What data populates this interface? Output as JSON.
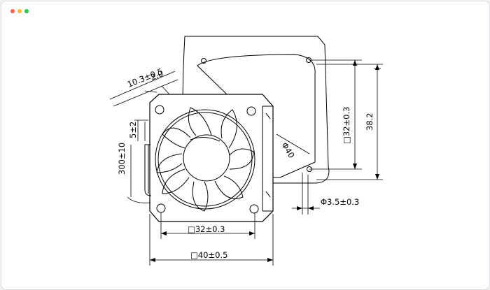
{
  "window": {
    "controls": [
      "close",
      "minimize",
      "maximize"
    ]
  },
  "drawing": {
    "dimensions": {
      "height_total": "10.3±0.5",
      "frame_thickness": "2.0",
      "lead_strip": "5±2",
      "lead_length": "300±10",
      "hole_pitch_vertical": "□32±0.3",
      "outer_vertical": "38.2",
      "cutout_diameter": "Φ40",
      "hole_diameter": "Φ3.5±0.3",
      "hole_pitch_horizontal": "□32±0.3",
      "outer_horizontal": "□40±0.5"
    }
  }
}
